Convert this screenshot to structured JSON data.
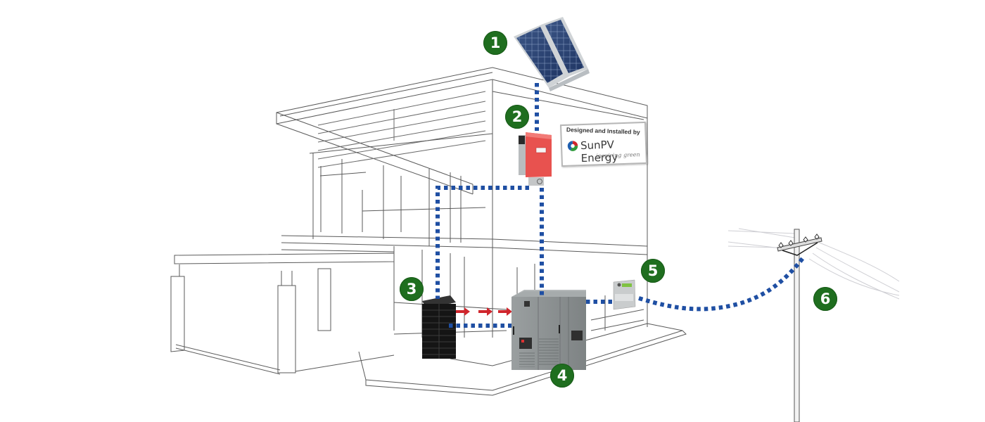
{
  "diagram": {
    "title": "Solar PV system with battery storage and grid connection",
    "sign": {
      "heading": "Designed and Installed by",
      "brand": "SunPV Energy",
      "tagline": "inspiring green"
    },
    "components": [
      {
        "number": "1",
        "name": "Solar panels",
        "icon": "solar-panel-icon"
      },
      {
        "number": "2",
        "name": "Solar inverter",
        "icon": "inverter-icon"
      },
      {
        "number": "3",
        "name": "Battery bank",
        "icon": "battery-stack-icon"
      },
      {
        "number": "4",
        "name": "Power conversion / distribution cabinet",
        "icon": "electrical-cabinet-icon"
      },
      {
        "number": "5",
        "name": "Energy meter",
        "icon": "energy-meter-icon"
      },
      {
        "number": "6",
        "name": "Utility grid pole",
        "icon": "utility-pole-icon"
      }
    ],
    "colors": {
      "marker_green": "#1f6e1f",
      "wire_blue": "#1f4fa3",
      "flow_arrow_red": "#d0262d",
      "inverter_red": "#e8524f",
      "cabinet_gray": "#8e9394",
      "sketch_line": "#555555"
    }
  }
}
